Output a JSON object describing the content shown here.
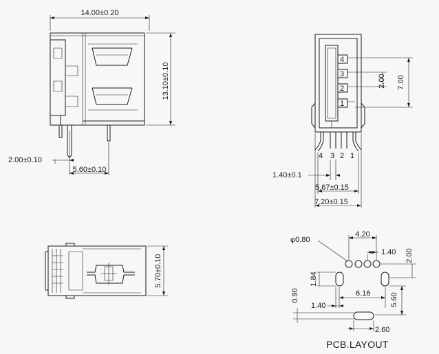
{
  "side_view": {
    "width_dim": "14.00±0.20",
    "height_dim": "13.10±0.10",
    "pin_offset_dim": "2.00±0.10",
    "pin_pitch_dim": "5.60±0.10"
  },
  "front_view": {
    "pin_row_dim_small": "2.00",
    "pin_row_dim_large": "7.00",
    "pin_labels_top": [
      "4",
      "3",
      "2",
      "1"
    ],
    "pin_labels_bottom": [
      "4",
      "3",
      "2",
      "1"
    ],
    "lead_width_dim": "1.40±0.1",
    "lead_span_dim": "5.67±0.15",
    "body_width_dim": "7.20±0.15"
  },
  "top_view": {
    "height_dim": "5.70±0.10"
  },
  "pcb_layout": {
    "title": "PCB.LAYOUT",
    "hole_dia_dim": "φ0.80",
    "pin_span_dim": "4.20",
    "pin_pitch_dim": "1.40",
    "row_offset_dim": "2.00",
    "slot_height_dim": "1.84",
    "slot_width_dim": "0.90",
    "slot_pitch_dim": "1.40",
    "slot_span_dim": "6.16",
    "row_to_slot_dim": "5.60",
    "slot_length_dim": "2.60"
  }
}
